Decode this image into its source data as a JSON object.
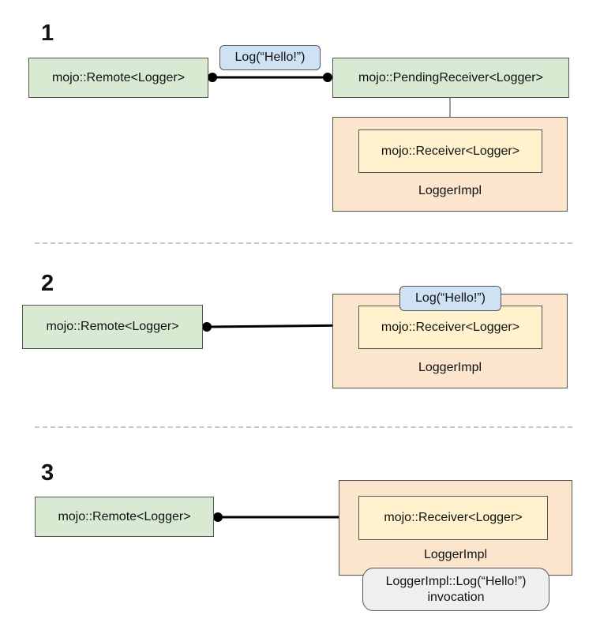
{
  "steps": [
    {
      "number": "1",
      "remote_label": "mojo::Remote<Logger>",
      "pending_receiver_label": "mojo::PendingReceiver<Logger>",
      "message_label": "Log(“Hello!”)",
      "receiver_label": "mojo::Receiver<Logger>",
      "impl_label": "LoggerImpl"
    },
    {
      "number": "2",
      "remote_label": "mojo::Remote<Logger>",
      "message_label": "Log(“Hello!”)",
      "receiver_label": "mojo::Receiver<Logger>",
      "impl_label": "LoggerImpl"
    },
    {
      "number": "3",
      "remote_label": "mojo::Remote<Logger>",
      "receiver_label": "mojo::Receiver<Logger>",
      "impl_label": "LoggerImpl",
      "invocation_line1": "LoggerImpl::Log(“Hello!”)",
      "invocation_line2": "invocation"
    }
  ],
  "colors": {
    "remote_fill": "#d9ead3",
    "impl_fill": "#fce5cd",
    "receiver_fill": "#fff2cc",
    "message_fill": "#cfe2f3",
    "invocation_fill": "#efefef",
    "connector": "#000000",
    "transfer_arrow": "#999999",
    "divider": "#c8c8c8"
  }
}
